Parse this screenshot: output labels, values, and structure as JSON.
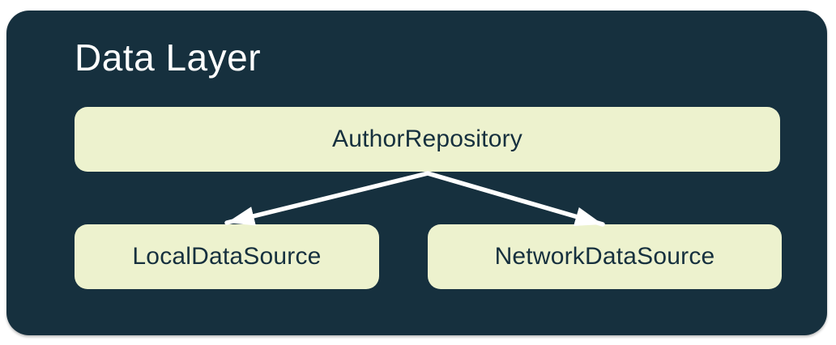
{
  "diagram": {
    "title": "Data Layer",
    "nodes": {
      "repository": {
        "label": "AuthorRepository"
      },
      "local": {
        "label": "LocalDataSource"
      },
      "network": {
        "label": "NetworkDataSource"
      }
    },
    "edges": [
      {
        "from": "AuthorRepository",
        "to": "LocalDataSource"
      },
      {
        "from": "AuthorRepository",
        "to": "NetworkDataSource"
      }
    ],
    "colors": {
      "canvas": "#FFFFFF",
      "container": "#16303E",
      "node_fill": "#EDF2CE",
      "node_text": "#16303E",
      "title_text": "#FFFFFF",
      "arrow": "#FFFFFF"
    }
  }
}
